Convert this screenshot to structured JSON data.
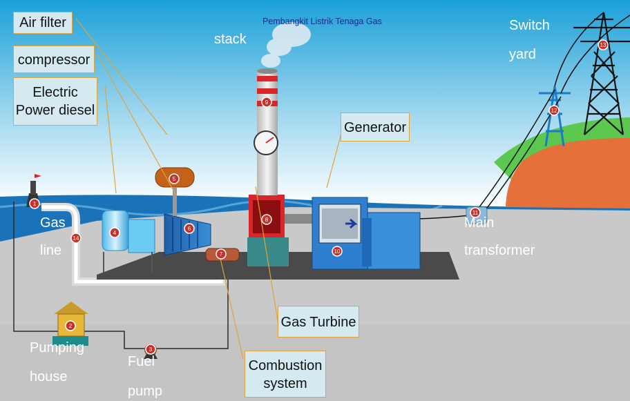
{
  "title": "Pembangkit  Listrik Tenaga Gas",
  "callouts": {
    "air_filter": "Air filter",
    "compressor": "compressor",
    "electric_power_diesel_line1": "Electric",
    "electric_power_diesel_line2": "Power diesel",
    "generator": "Generator",
    "gas_turbine": "Gas Turbine",
    "combustion_line1": "Combustion",
    "combustion_line2": "system"
  },
  "labels": {
    "stack": "stack",
    "switch": "Switch",
    "yard": "yard",
    "main": "Main",
    "transformer": "transformer",
    "gas": "Gas",
    "line": "line",
    "pumping": "Pumping",
    "house": "house",
    "fuel": "Fuel",
    "pump": "pump"
  },
  "markers": [
    "1",
    "2",
    "3",
    "4",
    "5",
    "6",
    "7",
    "8",
    "9",
    "10",
    "11",
    "12",
    "13",
    "14"
  ],
  "colors": {
    "sky_top": "#1ba0d8",
    "sky_bottom": "#ffffff",
    "water": "#1a73b8",
    "ground": "#c9c9c9",
    "stack_red": "#d8262a",
    "generator_blue": "#2e7fcf",
    "island_green": "#5cc850",
    "island_sand": "#e6703a",
    "callout_bg": "#d4eaf0",
    "callout_border": "#e0a23a",
    "title_color": "#1a2a8c"
  }
}
